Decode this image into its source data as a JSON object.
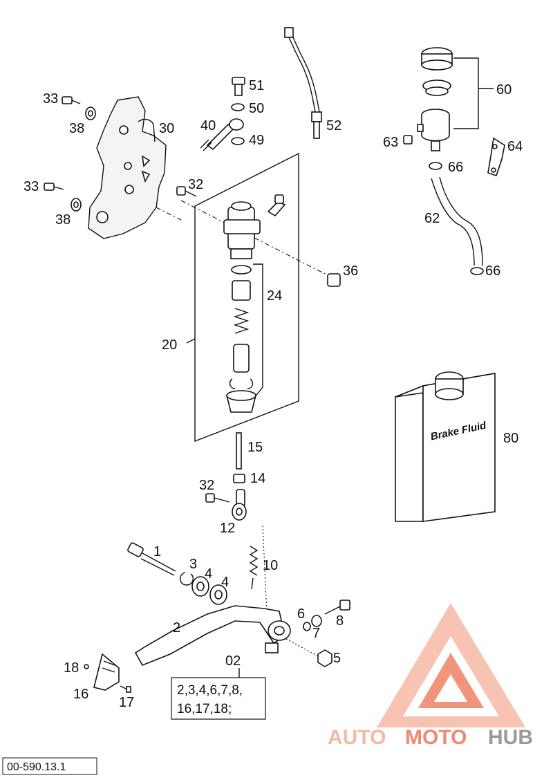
{
  "parts": {
    "p1": "1",
    "p2": "2",
    "p3": "3",
    "p4a": "4",
    "p4b": "4",
    "p5": "5",
    "p6": "6",
    "p7": "7",
    "p8": "8",
    "p10": "10",
    "p12": "12",
    "p14": "14",
    "p15": "15",
    "p16": "16",
    "p17": "17",
    "p18": "18",
    "p20": "20",
    "p24": "24",
    "p30": "30",
    "p32a": "32",
    "p32b": "32",
    "p33a": "33",
    "p33b": "33",
    "p36": "36",
    "p38a": "38",
    "p38b": "38",
    "p40": "40",
    "p49": "49",
    "p50": "50",
    "p51": "51",
    "p52": "52",
    "p60": "60",
    "p62": "62",
    "p63": "63",
    "p64": "64",
    "p66a": "66",
    "p66b": "66",
    "p80": "80"
  },
  "kit": {
    "label": "02",
    "line1": "2,3,4,6,7,8,",
    "line2": "16,17,18;"
  },
  "container_text": "Brake Fluid",
  "figure_code": "00-590.13.1",
  "watermark": {
    "auto": "AUTO",
    "moto": "MOTO",
    "hub": "HUB",
    "colors": {
      "auto": "#f4b9a4",
      "moto": "#ef8a6f",
      "hub": "#9a9a9a"
    }
  }
}
